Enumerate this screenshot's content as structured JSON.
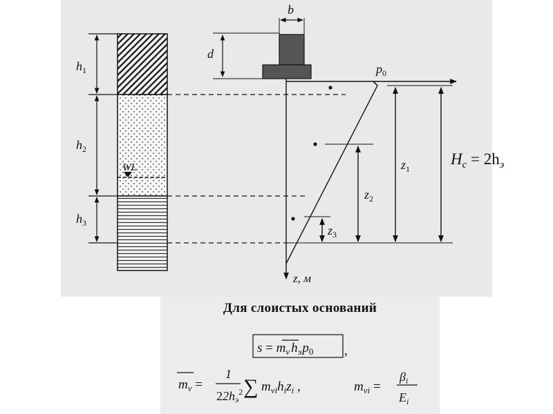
{
  "diagram": {
    "labels": {
      "h1": "h",
      "h1_sub": "1",
      "h2": "h",
      "h2_sub": "2",
      "h3": "h",
      "h3_sub": "3",
      "wl": "WL",
      "b": "b",
      "d": "d",
      "p0": "p",
      "p0_sub": "0",
      "z1": "z",
      "z1_sub": "1",
      "z2": "z",
      "z2_sub": "2",
      "z3": "z",
      "z3_sub": "3",
      "z_axis": "z, м",
      "hc_lhs": "H",
      "hc_lhs_sub": "c",
      "hc_eq": " = 2h",
      "hc_eq_sub": "э"
    }
  },
  "caption": "Для слоистых оснований",
  "formulas": {
    "s_lhs": "s",
    "s_eq": " = ",
    "s_m": "m",
    "s_m_sub": "v",
    "s_h": "h",
    "s_h_sub": "э",
    "s_p": "p",
    "s_p_sub": "0",
    "s_comma": ",",
    "mv_m": "m",
    "mv_sub": "v",
    "mv_eq": " = ",
    "frac_num": "1",
    "frac_den": "2h",
    "frac_den_sub": "э",
    "frac_den_sup": "2",
    "sum_sign": "∑",
    "sum_m": "m",
    "sum_m_sub": "vi",
    "sum_h": "h",
    "sum_h_sub": "i",
    "sum_z": "z",
    "sum_z_sub": "i",
    "sum_comma": " ,",
    "mvi_m": "m",
    "mvi_sub": "vi",
    "mvi_eq": " = ",
    "beta": "β",
    "beta_sub": "i",
    "e": "E",
    "e_sub": "i"
  }
}
